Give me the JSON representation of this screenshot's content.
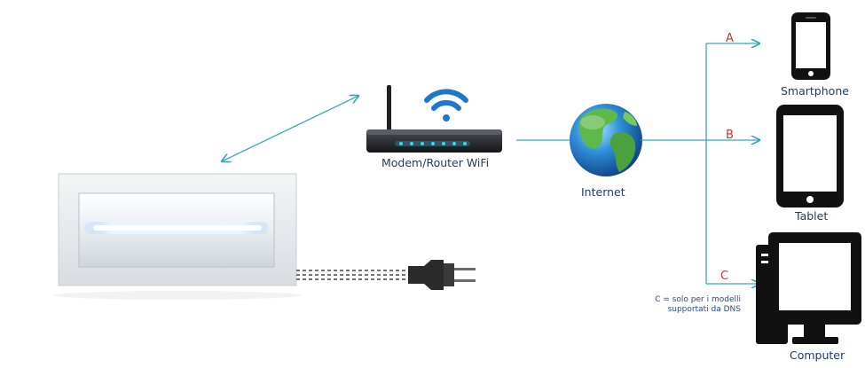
{
  "labels": {
    "router": "Modem/Router WiFi",
    "internet": "Internet",
    "smartphone": "Smartphone",
    "tablet": "Tablet",
    "computer": "Computer"
  },
  "connections": {
    "a": "A",
    "b": "B",
    "c": "C"
  },
  "note": {
    "line1": "C = solo per i modelli",
    "line2": "supportati da DNS"
  },
  "colors": {
    "link_line": "#3aa7b8",
    "letters": "#c0392b",
    "labels": "#1f3a5f",
    "device_body": "#111111",
    "router_led": "#3bd3ff",
    "wifi_signal": "#1e78c8"
  }
}
